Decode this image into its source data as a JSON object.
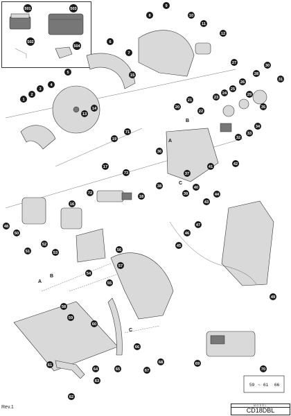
{
  "revision": "Rev.1",
  "model_caption": "MODEL",
  "model_name": "CD18DBL",
  "letters": {
    "A": "A",
    "B": "B",
    "C": "C"
  },
  "range_box": {
    "from": "59",
    "tilde": "~",
    "mid": "61",
    "to": "66"
  },
  "callouts": [
    "501",
    "503",
    "502",
    "504",
    "1",
    "2",
    "3",
    "4",
    "5",
    "6",
    "7",
    "8",
    "9",
    "10",
    "11",
    "12",
    "13",
    "14",
    "15",
    "16",
    "17",
    "18",
    "19",
    "20",
    "21",
    "22",
    "23",
    "24",
    "25",
    "26",
    "27",
    "28",
    "29",
    "30",
    "31",
    "32",
    "33",
    "34",
    "35",
    "36",
    "37",
    "38",
    "39",
    "40",
    "41",
    "42",
    "43",
    "44",
    "45",
    "46",
    "47",
    "48",
    "49",
    "50",
    "51",
    "52",
    "53",
    "54",
    "55",
    "56",
    "57",
    "58",
    "59",
    "60",
    "61",
    "62",
    "63",
    "64",
    "65",
    "66",
    "67",
    "68",
    "69",
    "70",
    "71",
    "72",
    "73"
  ],
  "colors": {
    "ink": "#1a1a1a",
    "part_fill": "#d9d9d9",
    "dark_fill": "#777777"
  }
}
